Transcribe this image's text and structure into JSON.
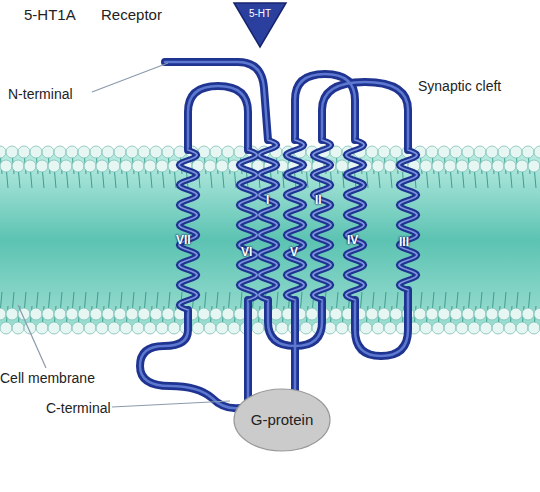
{
  "diagram": {
    "title": "5-HT1A Receptor",
    "nodes": [
      {
        "text": [
          "5-HT"
        ]
      },
      {
        "text": [
          "G-protein"
        ]
      }
    ],
    "labels": [
      "N-terminal",
      "Synaptic cleft",
      "VII",
      "VI",
      "I",
      "V",
      "II",
      "IV",
      "III",
      "Cell membrane",
      "C-terminal"
    ]
  }
}
